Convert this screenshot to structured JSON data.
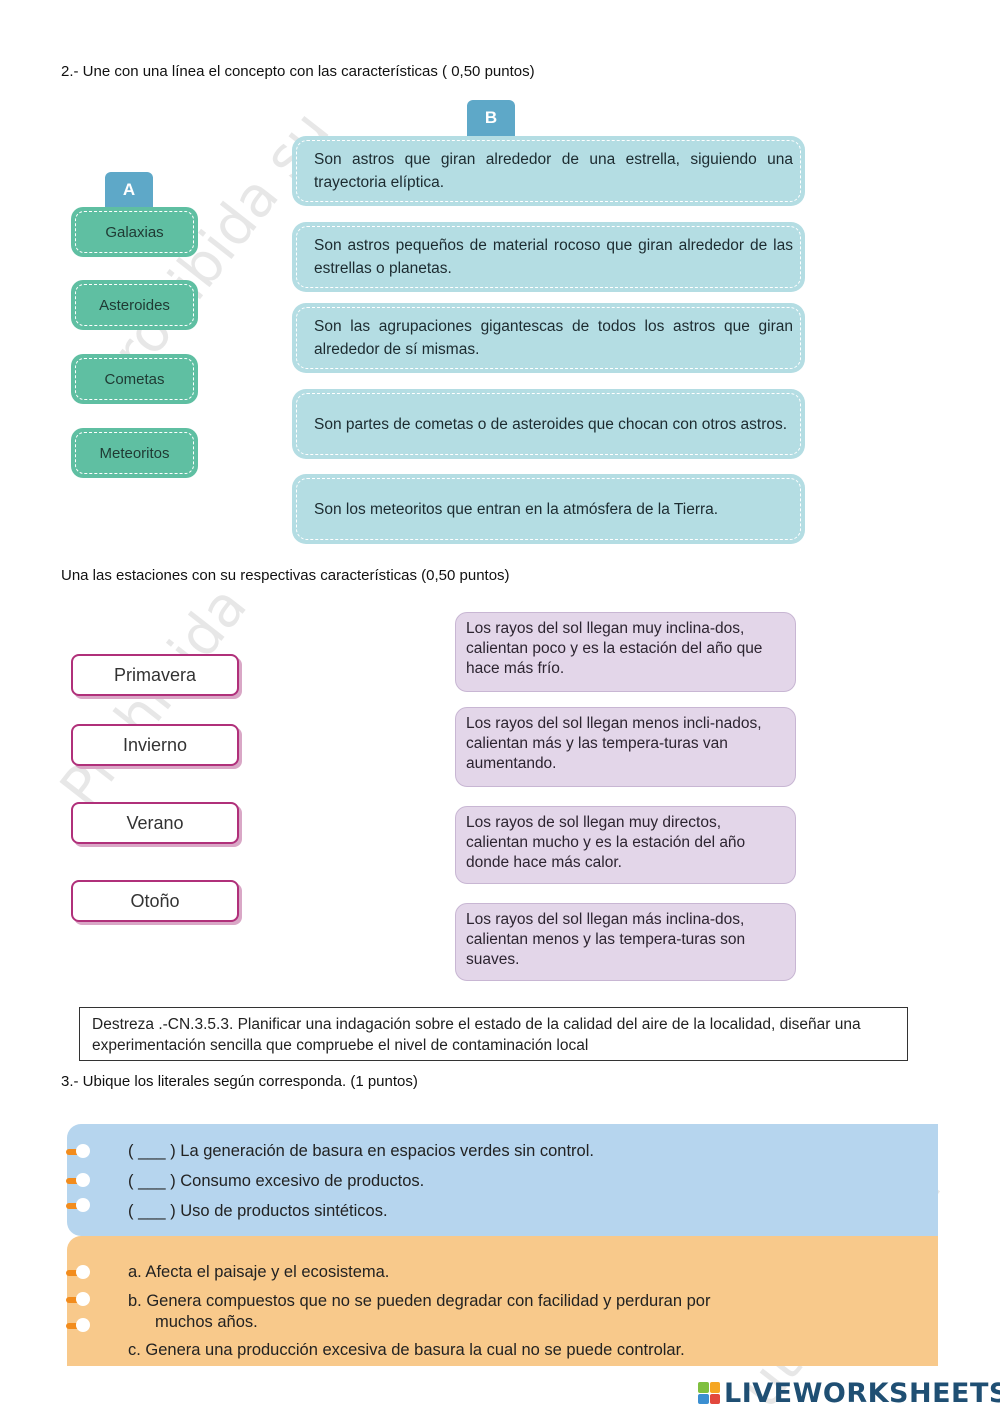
{
  "q2": {
    "title": "2.- Une con una línea el concepto con las características ( 0,50 puntos)"
  },
  "tabs": {
    "a": "A",
    "b": "B"
  },
  "concepts": [
    "Galaxias",
    "Asteroides",
    "Cometas",
    "Meteoritos"
  ],
  "definitions": [
    "Son astros que giran alrededor de una estrella, siguiendo una trayectoria elíptica.",
    "Son astros pequeños de material rocoso que giran alrededor de las estrellas o planetas.",
    "Son las agrupaciones gigantescas de todos los astros que giran alrededor de sí mismas.",
    "Son partes de cometas o de asteroides que chocan con otros astros.",
    "Son los meteoritos que entran en la atmósfera de la Tierra."
  ],
  "seasons_q": {
    "title": "Una las estaciones con su respectivas características (0,50 puntos)"
  },
  "seasons": [
    "Primavera",
    "Invierno",
    "Verano",
    "Otoño"
  ],
  "season_desc": [
    "Los rayos del sol llegan muy inclina-dos, calientan poco y es la estación del año que hace más frío.",
    "Los rayos del sol llegan menos incli-nados, calientan más y las tempera-turas van aumentando.",
    "Los rayos de sol llegan muy directos, calientan mucho y es la estación del año donde hace más calor.",
    "Los rayos del sol llegan más inclina-dos, calientan menos y las tempera-turas son suaves."
  ],
  "destreza": "Destreza .-CN.3.5.3. Planificar una indagación sobre el estado de la calidad del aire de la localidad, diseñar una experimentación sencilla que compruebe el nivel de contaminación local",
  "q3": {
    "title": "3.- Ubique los literales según corresponda. (1 puntos)"
  },
  "problems": [
    "( ___ ) La generación de basura en espacios verdes sin control.",
    "( ___ ) Consumo excesivo de productos.",
    "( ___ ) Uso de productos sintéticos."
  ],
  "effects": [
    "a.  Afecta el paisaje y el ecosistema.",
    "b.  Genera compuestos que no se pueden degradar con facilidad y perduran por",
    "muchos años.",
    "c.  Genera una producción excesiva de basura la cual no se puede controlar."
  ],
  "watermark": {
    "w1": "Prohibida su",
    "w2": "Prohibida su",
    "w3": "Prohibida",
    "w4": "utilización"
  },
  "logo": {
    "text": "LIVEWORKSHEETS"
  },
  "colors": {
    "teal": "#5fbfa2",
    "light_blue": "#b4dde3",
    "lilac": "#e3d6e9",
    "magenta": "#b0307a",
    "blue_panel": "#b6d5ee",
    "orange_panel": "#f8c98b",
    "orange_ring": "#f28c1d"
  }
}
